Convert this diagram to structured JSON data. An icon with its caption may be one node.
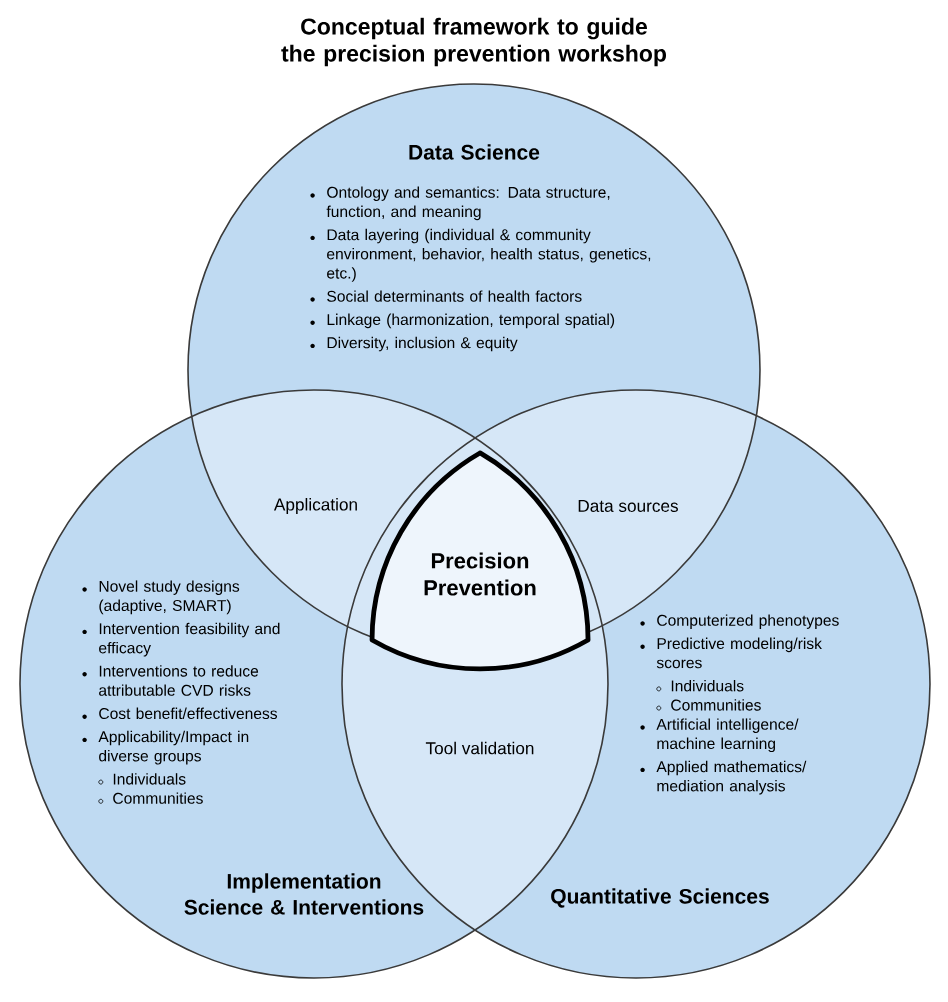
{
  "diagram": {
    "title": "Conceptual framework to guide the precision prevention workshop",
    "nodes": [
      {
        "text": [
          "Data Science",
          "Ontology and semantics:  Data structure, function, and meaning",
          "Data layering (individual  & community environment, behavior, health status, genetics, etc.)",
          "Social determinants of health factors",
          "Linkage (harmonization, temporal spatial)",
          "Diversity, inclusion & equity"
        ]
      },
      {
        "text": [
          "Implementation Science & Interventions",
          "Novel study designs (adaptive, SMART)",
          "Intervention feasibility and efficacy",
          "Interventions to reduce attributable CVD risks",
          "Cost benefit/effectiveness",
          "Applicability/Impact in diverse groups",
          "Individuals",
          "Communities"
        ]
      },
      {
        "text": [
          "Quantitative Sciences",
          "Computerized phenotypes",
          "Predictive modeling/risk scores",
          "Individuals",
          "Communities",
          "Artificial intelligence/ machine learning",
          "Applied mathematics/ mediation analysis"
        ]
      },
      {
        "text": [
          "Precision Prevention"
        ]
      }
    ],
    "edges": [],
    "labels": [
      "Application",
      "Data sources",
      "Tool validation"
    ]
  }
}
